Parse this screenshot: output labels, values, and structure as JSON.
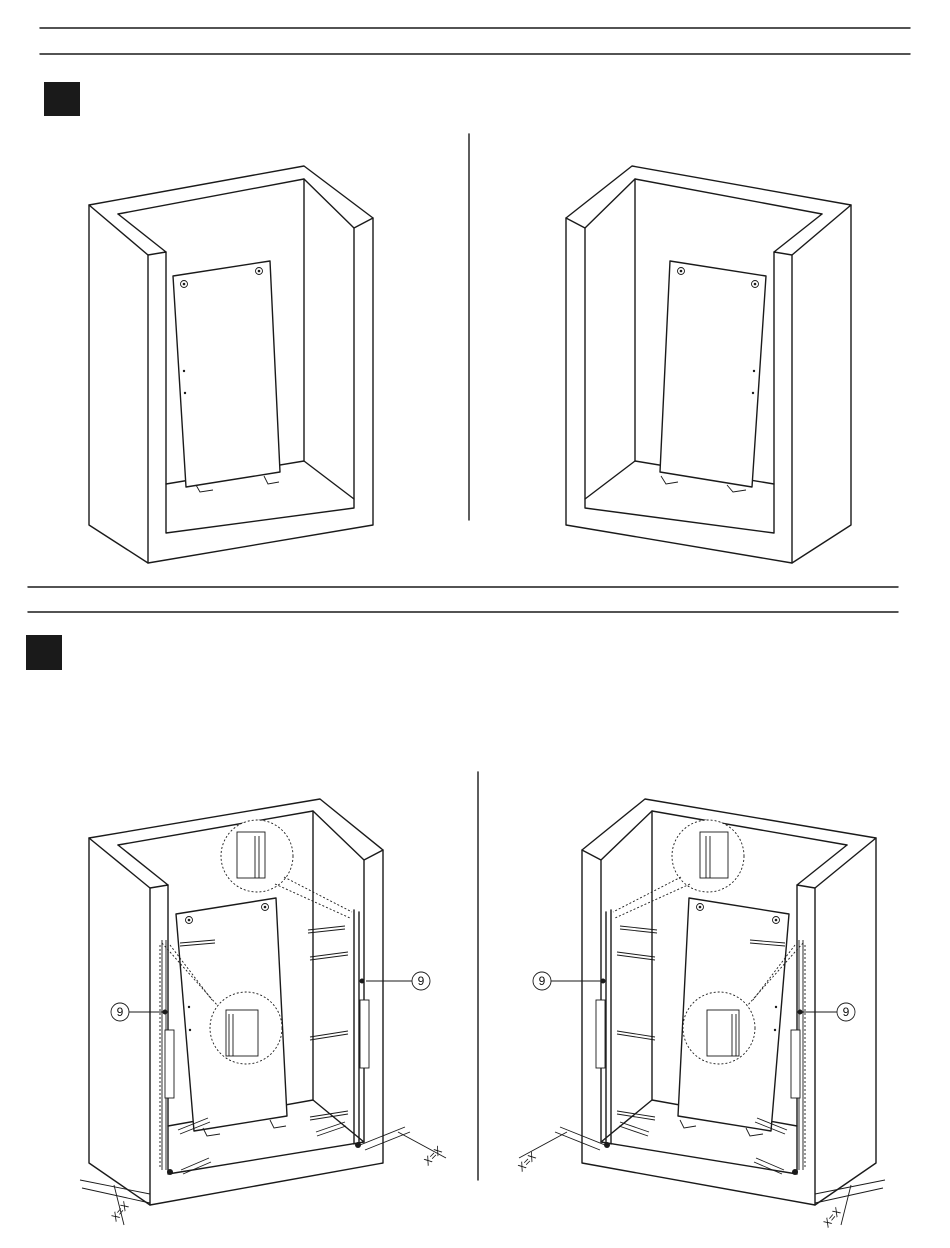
{
  "steps": [
    {
      "badge_color": "#1a1a1a"
    },
    {
      "badge_color": "#1a1a1a"
    }
  ],
  "callouts": {
    "bl_left": "9",
    "bl_right": "9",
    "br_left": "9",
    "br_right": "9"
  },
  "dimensions": {
    "bl_bottom": "X=X",
    "bl_right": "X=X",
    "br_left": "X=X",
    "br_bottom": "X=X"
  },
  "colors": {
    "ink": "#1a1a1a",
    "paper": "#ffffff"
  }
}
